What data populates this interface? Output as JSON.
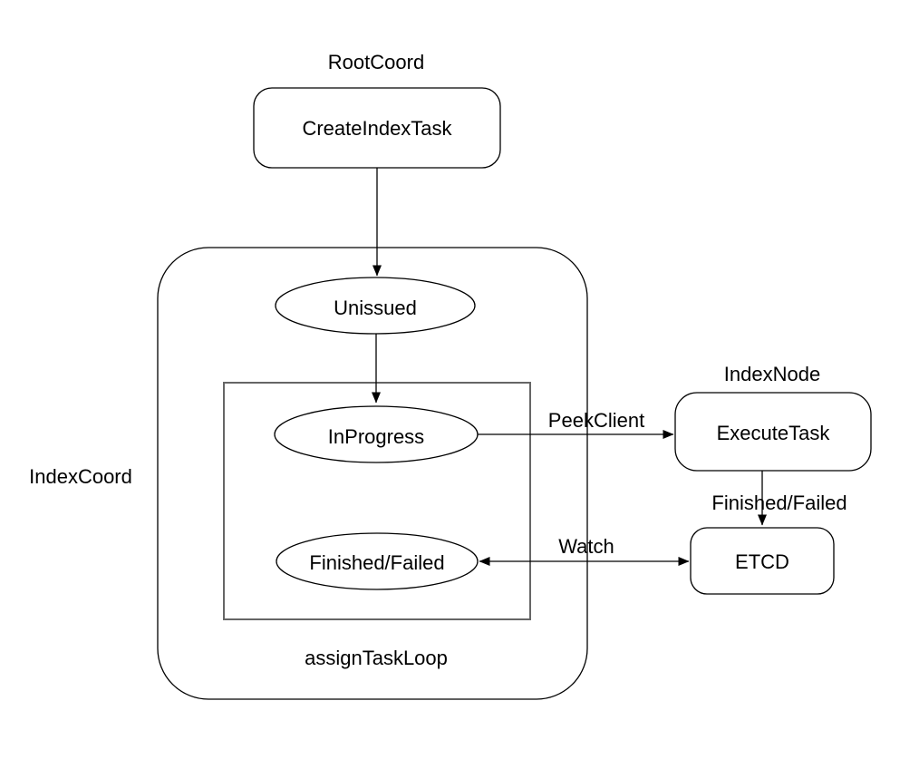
{
  "diagram": {
    "colors": {
      "background": "#ffffff",
      "shape_stroke": "#000000",
      "loop_rect_stroke": "#666666",
      "text": "#000000"
    },
    "groups": {
      "root_coord": "RootCoord",
      "index_coord": "IndexCoord",
      "index_node": "IndexNode",
      "assign_task_loop": "assignTaskLoop"
    },
    "nodes": {
      "create_index_task": "CreateIndexTask",
      "unissued": "Unissued",
      "in_progress": "InProgress",
      "finished_failed_state": "Finished/Failed",
      "execute_task": "ExecuteTask",
      "etcd": "ETCD"
    },
    "edges": {
      "peek_client": "PeekClient",
      "finished_failed": "Finished/Failed",
      "watch": "Watch"
    }
  }
}
